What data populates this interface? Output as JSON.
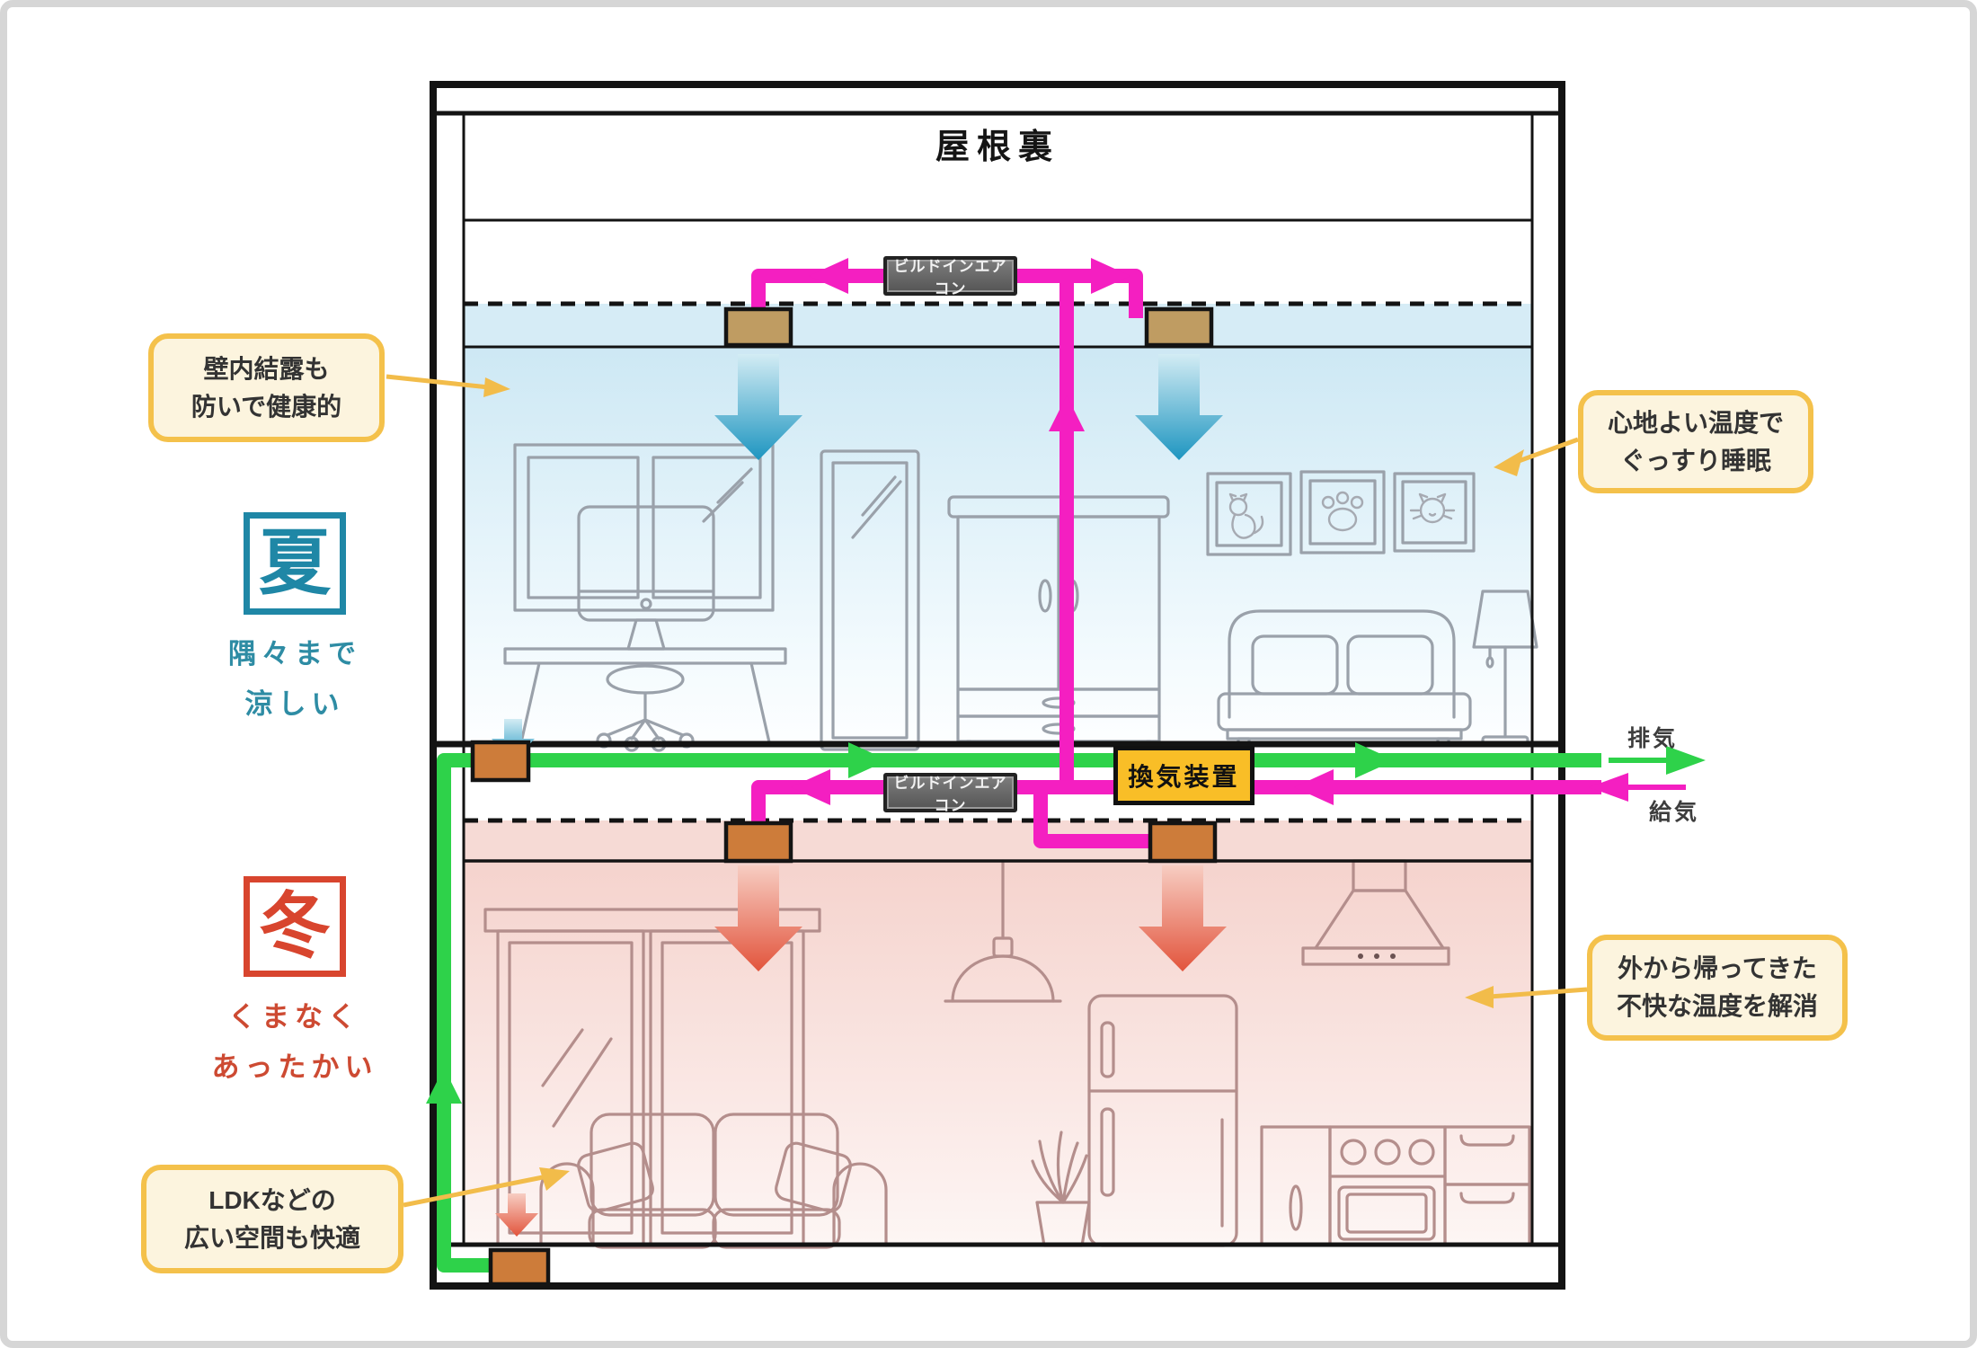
{
  "frame": {
    "title": "屋根裏"
  },
  "units": {
    "builtin_ac_upper": "ビルドインエアコン",
    "builtin_ac_lower": "ビルドインエアコン",
    "ventilation": "換気装置"
  },
  "flows": {
    "exhaust": "排気",
    "supply": "給気"
  },
  "seasons": {
    "summer": {
      "kanji": "夏",
      "caption_line1": "隅々まで",
      "caption_line2": "涼しい",
      "color": "#1f87a6"
    },
    "winter": {
      "kanji": "冬",
      "caption_line1": "くまなく",
      "caption_line2": "あったかい",
      "color": "#d8452e"
    }
  },
  "callouts": {
    "condensation": {
      "line1": "壁内結露も",
      "line2": "防いで健康的"
    },
    "sleep": {
      "line1": "心地よい温度で",
      "line2": "ぐっすり睡眠"
    },
    "return_home": {
      "line1": "外から帰ってきた",
      "line2": "不快な温度を解消"
    },
    "ldk": {
      "line1": "LDKなどの",
      "line2": "広い空間も快適"
    }
  },
  "colors": {
    "supply_duct": "#f41fc1",
    "exhaust_duct": "#2ed24a",
    "vent_unit_bg": "#f9be27",
    "callout_border": "#f4c14b",
    "callout_bg": "#fcf4de",
    "summer_accent": "#1f87a6",
    "winter_accent": "#d8452e",
    "cool_air_arrow": "#2191bb",
    "warm_air_arrow": "#e2543c",
    "attic_vent_box": "#bf9c62",
    "floor_vent_box": "#cd7c3a",
    "annotation_arrow": "#f2bc4a"
  }
}
